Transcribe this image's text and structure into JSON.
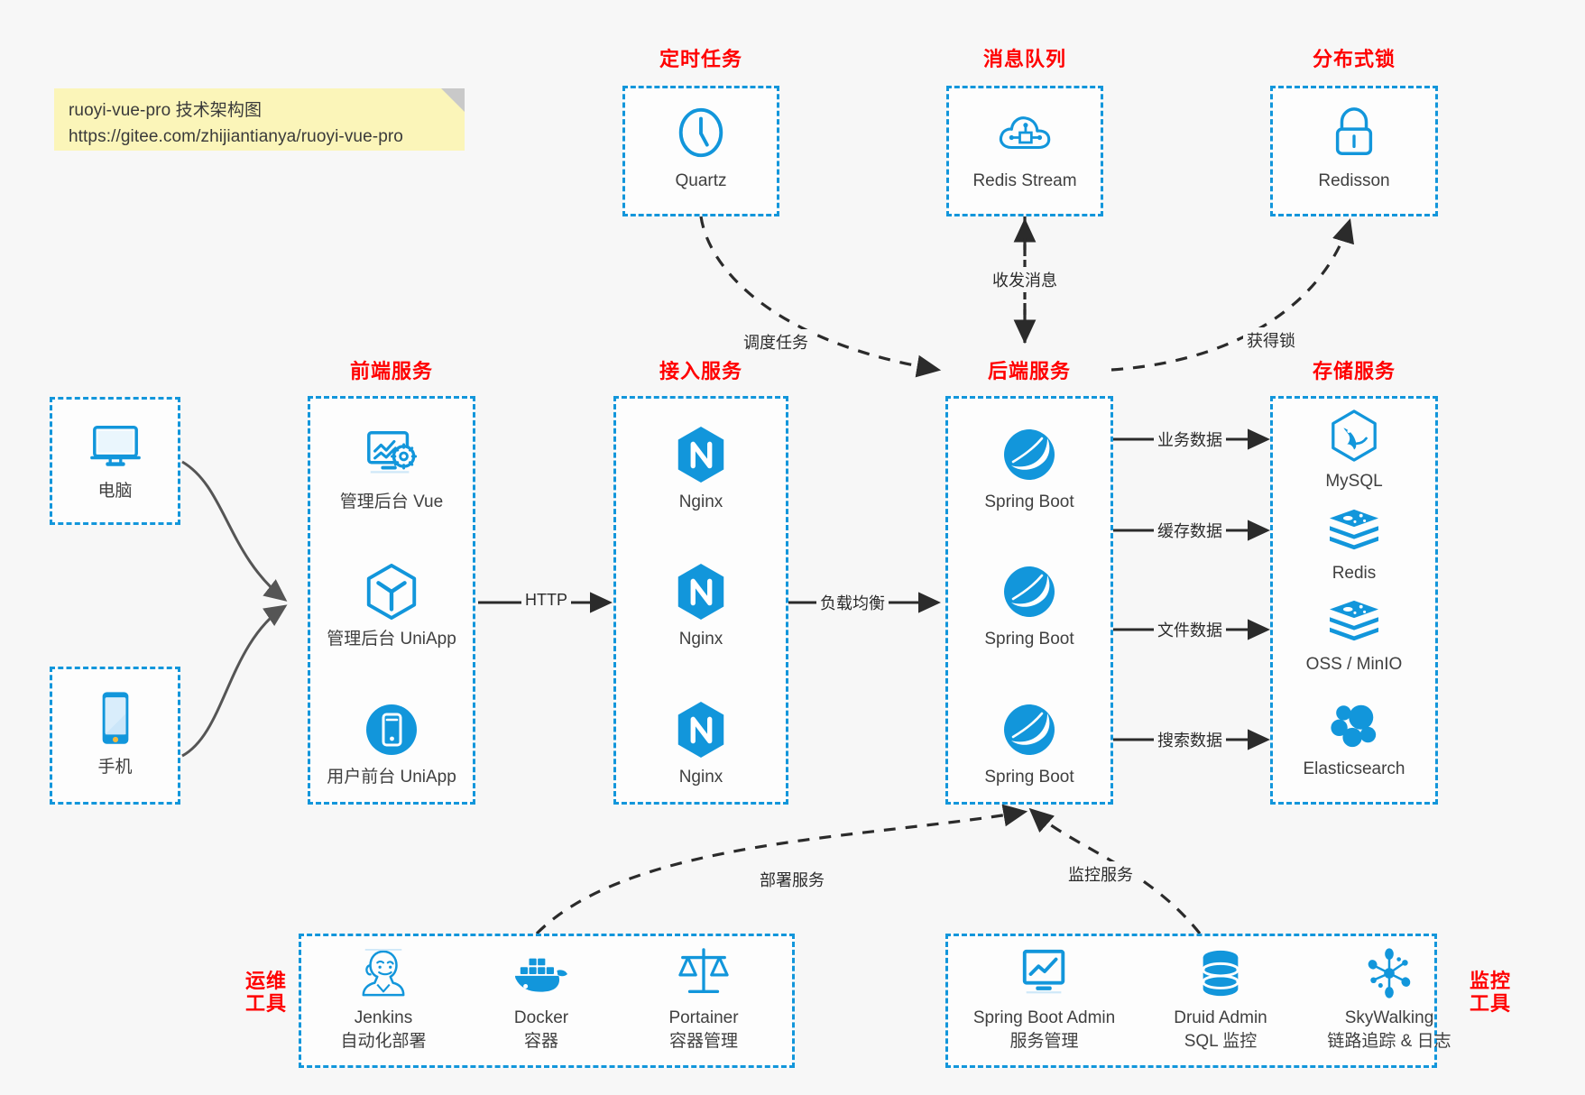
{
  "note": {
    "line1": "ruoyi-vue-pro 技术架构图",
    "line2": "https://gitee.com/zhijiantianya/ruoyi-vue-pro"
  },
  "colors": {
    "accent_blue": "#1296db",
    "title_red": "#ff0000",
    "note_yellow": "#fbf5b9",
    "arrow_dark": "#2b2b2b",
    "background": "#f7f7f7"
  },
  "groups": {
    "scheduler": {
      "title": "定时任务",
      "nodes": [
        {
          "label": "Quartz",
          "icon": "clock-icon"
        }
      ]
    },
    "mq": {
      "title": "消息队列",
      "nodes": [
        {
          "label": "Redis Stream",
          "icon": "cloud-network-icon"
        }
      ]
    },
    "lock": {
      "title": "分布式锁",
      "nodes": [
        {
          "label": "Redisson",
          "icon": "lock-icon"
        }
      ]
    },
    "clients": {
      "nodes": [
        {
          "label": "电脑",
          "icon": "desktop-icon"
        },
        {
          "label": "手机",
          "icon": "smartphone-icon"
        }
      ]
    },
    "frontend": {
      "title": "前端服务",
      "nodes": [
        {
          "label": "管理后台 Vue",
          "icon": "dashboard-settings-icon"
        },
        {
          "label": "管理后台 UniApp",
          "icon": "hexagon-cube-icon"
        },
        {
          "label": "用户前台 UniApp",
          "icon": "mobile-circle-icon"
        }
      ]
    },
    "gateway": {
      "title": "接入服务",
      "nodes": [
        {
          "label": "Nginx",
          "icon": "nginx-icon"
        },
        {
          "label": "Nginx",
          "icon": "nginx-icon"
        },
        {
          "label": "Nginx",
          "icon": "nginx-icon"
        }
      ]
    },
    "backend": {
      "title": "后端服务",
      "nodes": [
        {
          "label": "Spring Boot",
          "icon": "spring-boot-icon"
        },
        {
          "label": "Spring Boot",
          "icon": "spring-boot-icon"
        },
        {
          "label": "Spring Boot",
          "icon": "spring-boot-icon"
        }
      ]
    },
    "storage": {
      "title": "存储服务",
      "nodes": [
        {
          "label": "MySQL",
          "icon": "mysql-icon"
        },
        {
          "label": "Redis",
          "icon": "redis-icon"
        },
        {
          "label": "OSS / MinIO",
          "icon": "redis-icon"
        },
        {
          "label": "Elasticsearch",
          "icon": "elasticsearch-icon"
        }
      ]
    },
    "devops": {
      "title_line1": "运维",
      "title_line2": "工具",
      "nodes": [
        {
          "label": "Jenkins",
          "sub": "自动化部署",
          "icon": "jenkins-icon"
        },
        {
          "label": "Docker",
          "sub": "容器",
          "icon": "docker-icon"
        },
        {
          "label": "Portainer",
          "sub": "容器管理",
          "icon": "scales-icon"
        }
      ]
    },
    "monitor": {
      "title_line1": "监控",
      "title_line2": "工具",
      "nodes": [
        {
          "label": "Spring Boot Admin",
          "sub": "服务管理",
          "icon": "monitor-chart-icon"
        },
        {
          "label": "Druid Admin",
          "sub": "SQL 监控",
          "icon": "database-icon"
        },
        {
          "label": "SkyWalking",
          "sub": "链路追踪 & 日志",
          "icon": "skywalking-icon"
        }
      ]
    }
  },
  "edges": {
    "schedule_task": "调度任务",
    "send_receive_message": "收发消息",
    "acquire_lock": "获得锁",
    "http": "HTTP",
    "load_balance": "负载均衡",
    "business_data": "业务数据",
    "cache_data": "缓存数据",
    "file_data": "文件数据",
    "search_data": "搜索数据",
    "deploy_service": "部署服务",
    "monitor_service": "监控服务"
  }
}
